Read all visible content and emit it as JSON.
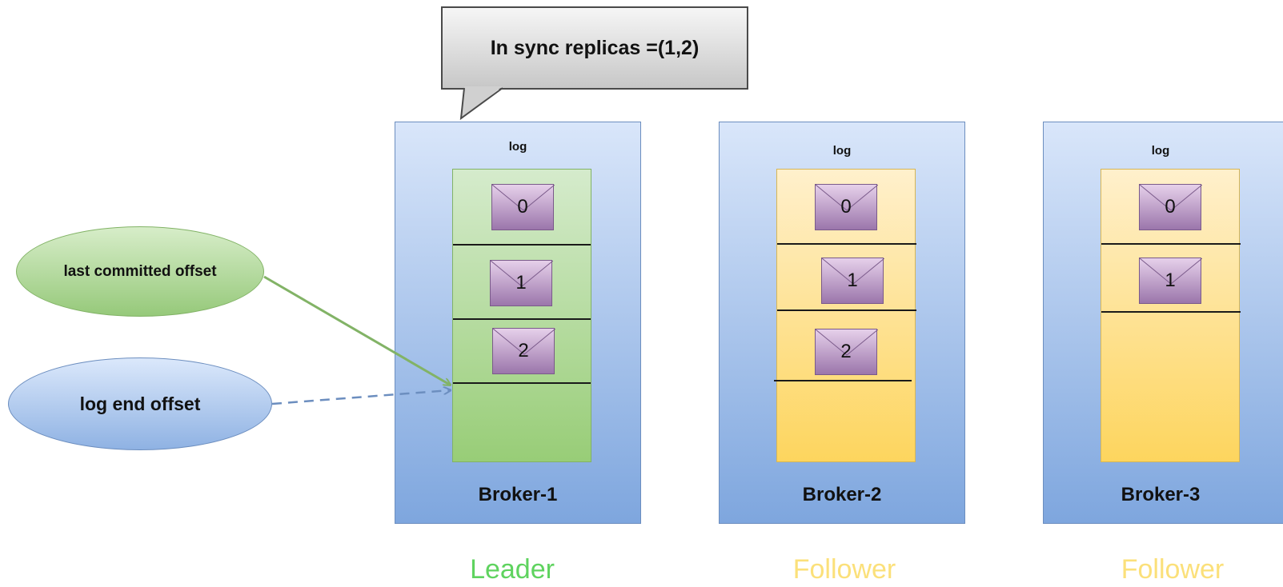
{
  "callout": {
    "text": "In sync replicas =(1,2)"
  },
  "ellipses": {
    "last_committed": "last committed offset",
    "log_end": "log end offset"
  },
  "brokers": [
    {
      "log_label": "log",
      "name": "Broker-1",
      "role": "Leader",
      "messages": [
        "0",
        "1",
        "2"
      ]
    },
    {
      "log_label": "log",
      "name": "Broker-2",
      "role": "Follower",
      "messages": [
        "0",
        "1",
        "2"
      ]
    },
    {
      "log_label": "log",
      "name": "Broker-3",
      "role": "Follower",
      "messages": [
        "0",
        "1"
      ]
    }
  ],
  "colors": {
    "leader_green": "#5fd35f",
    "follower_yellow": "#fbe07a",
    "broker_blue": "#7ea6de",
    "message_purple": "#9b76ab"
  },
  "icons": {
    "message": "envelope-icon"
  }
}
